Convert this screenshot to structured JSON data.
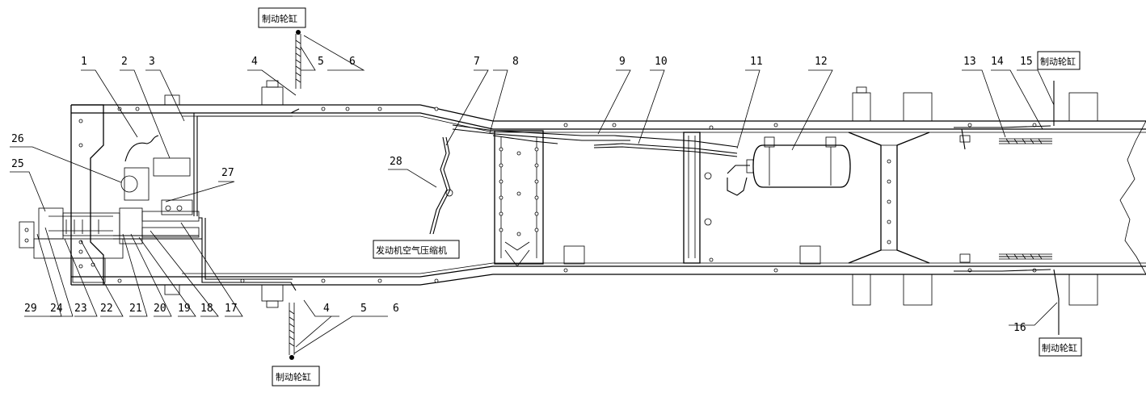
{
  "callouts": {
    "c1": "1",
    "c2": "2",
    "c3": "3",
    "c4": "4",
    "c5": "5",
    "c6": "6",
    "c7": "7",
    "c8": "8",
    "c9": "9",
    "c10": "10",
    "c11": "11",
    "c12": "12",
    "c13": "13",
    "c14": "14",
    "c15": "15",
    "c16": "16",
    "c17": "17",
    "c18": "18",
    "c19": "19",
    "c20": "20",
    "c21": "21",
    "c22": "22",
    "c23": "23",
    "c24": "24",
    "c25": "25",
    "c26": "26",
    "c27": "27",
    "c28": "28",
    "c29": "29"
  },
  "labels": {
    "brake_cylinder": "制动轮缸",
    "engine_air_compressor": "发动机空气压缩机"
  }
}
